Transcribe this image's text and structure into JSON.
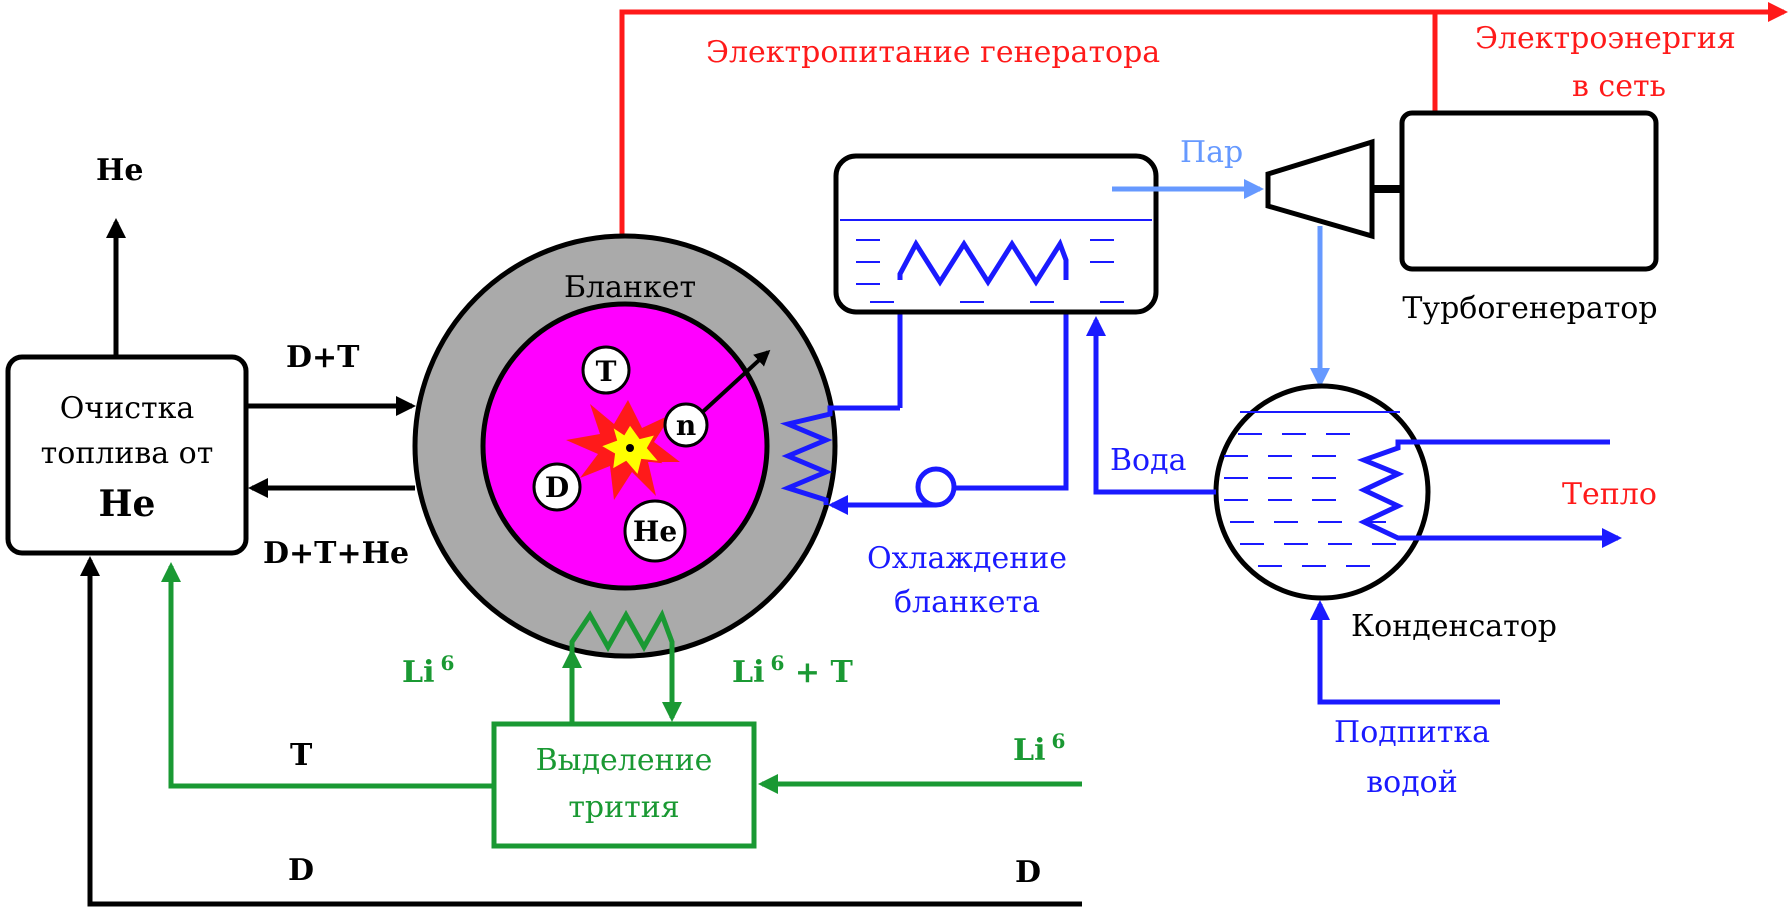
{
  "labels": {
    "he_out": "He",
    "purification_line1": "Очистка",
    "purification_line2": "топлива от",
    "purification_line3": "He",
    "dt_in": "D+T",
    "dt_he_out": "D+T+He",
    "blanket": "Бланкет",
    "particle_t": "T",
    "particle_n": "n",
    "particle_d": "D",
    "particle_he": "He",
    "generator_power": "Электропитание генератора",
    "grid_line1": "Электроэнергия",
    "grid_line2": "в сеть",
    "steam": "Пар",
    "turbogenerator": "Турбогенератор",
    "water": "Вода",
    "heat": "Тепло",
    "cooling_line1": "Охлаждение",
    "cooling_line2": "бланкета",
    "condenser": "Конденсатор",
    "makeup_line1": "Подпитка",
    "makeup_line2": "водой",
    "li6_left": "Li",
    "li6_left_sup": "6",
    "li6_t": "Li",
    "li6_t_sup": "6",
    "li6_t_rest": " + T",
    "li6_right": "Li",
    "li6_right_sup": "6",
    "tritium_line1": "Выделение",
    "tritium_line2": "трития",
    "t_line": "T",
    "d_left": "D",
    "d_right": "D"
  },
  "colors": {
    "red": "#ff1a1a",
    "blue": "#1a1aff",
    "light_blue": "#6699ff",
    "green": "#1a9933",
    "plasma": "#ff00ff",
    "blanket": "#aaaaaa",
    "black": "#000000"
  }
}
